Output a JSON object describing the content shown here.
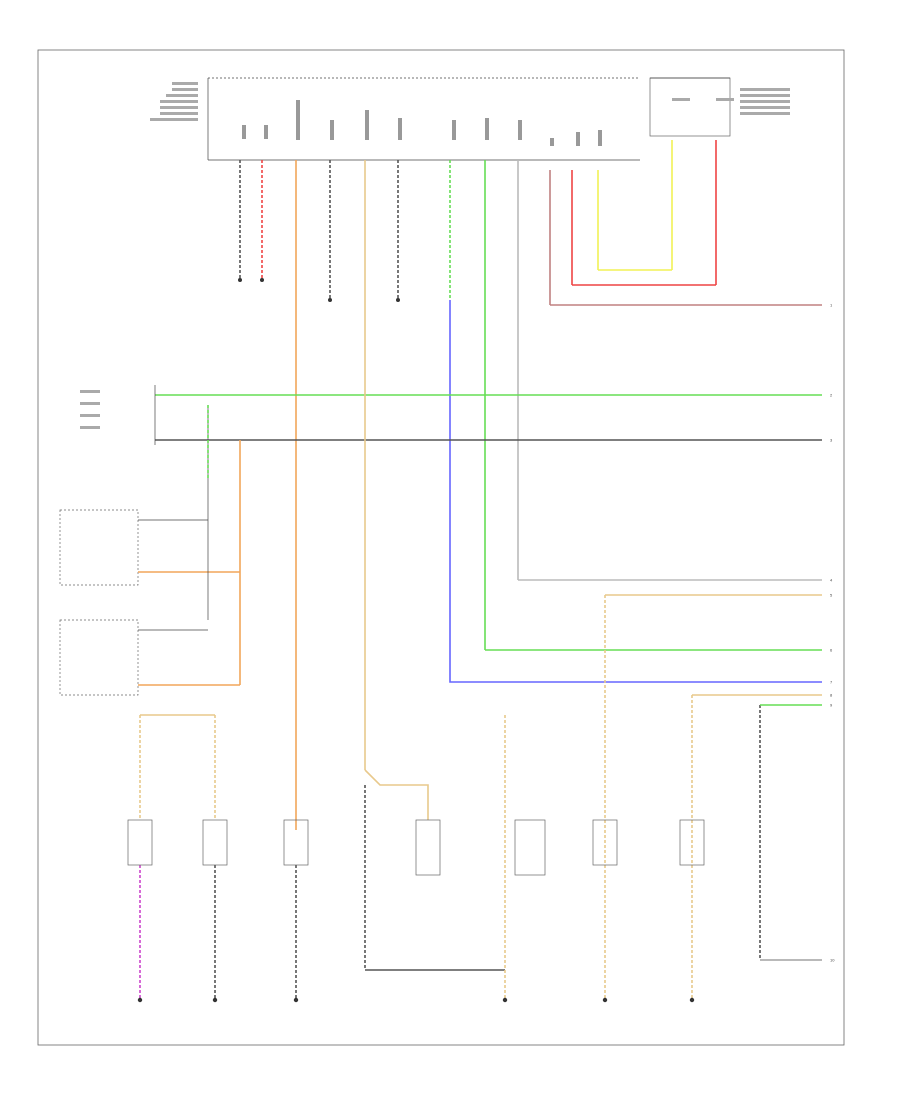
{
  "diagram": {
    "frame_label": "",
    "connector_main_label": "",
    "connector_top_right_label": "",
    "wire_colors": {
      "green": "#66dd55",
      "dark_gray": "#555555",
      "orange": "#f2a65a",
      "yellow": "#f2f255",
      "red": "#ee4444",
      "tan": "#e8c98c",
      "blue": "#6666ff",
      "pink_gray": "#c08080",
      "black": "#333333",
      "light_gray": "#bbbbbb",
      "purple": "#cc44cc"
    },
    "right_edge_flags": [
      "1",
      "2",
      "3",
      "4",
      "5",
      "6",
      "7",
      "8",
      "9",
      "10"
    ],
    "components": [
      {
        "id": "cmp1",
        "text": ""
      },
      {
        "id": "cmp2",
        "text": ""
      },
      {
        "id": "cmp3",
        "text": ""
      },
      {
        "id": "cmp4",
        "text": ""
      },
      {
        "id": "cmp5",
        "text": ""
      },
      {
        "id": "cmp6",
        "text": ""
      },
      {
        "id": "cmp7",
        "text": ""
      },
      {
        "id": "cmp8",
        "text": ""
      },
      {
        "id": "cmp9",
        "text": ""
      }
    ]
  }
}
